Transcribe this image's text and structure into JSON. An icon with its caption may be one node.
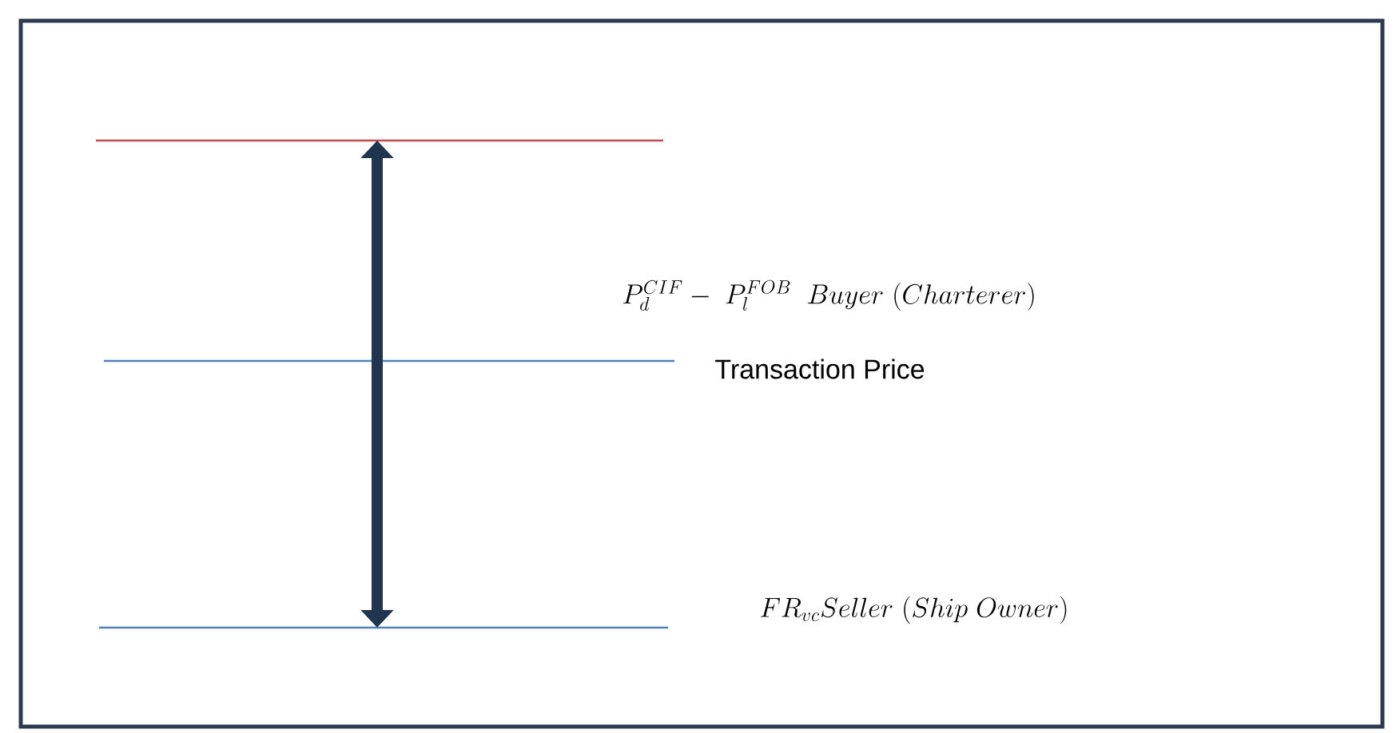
{
  "diagram": {
    "nodes": [
      {
        "text": [],
        "shape": "line"
      },
      {
        "text": [],
        "shape": "line",
        "beside": [
          "Transaction Price"
        ]
      },
      {
        "text": [],
        "shape": "line"
      }
    ],
    "edges": [
      {
        "from": 0,
        "to": 2,
        "arrow": "both"
      }
    ],
    "labels": [
      "P_d^{CIF} -\\; P_l^{FOB}\\;\\; Buyer\\ (Charterer)",
      "FR_{vc}Seller\\ (Ship\\ Owner)"
    ]
  }
}
